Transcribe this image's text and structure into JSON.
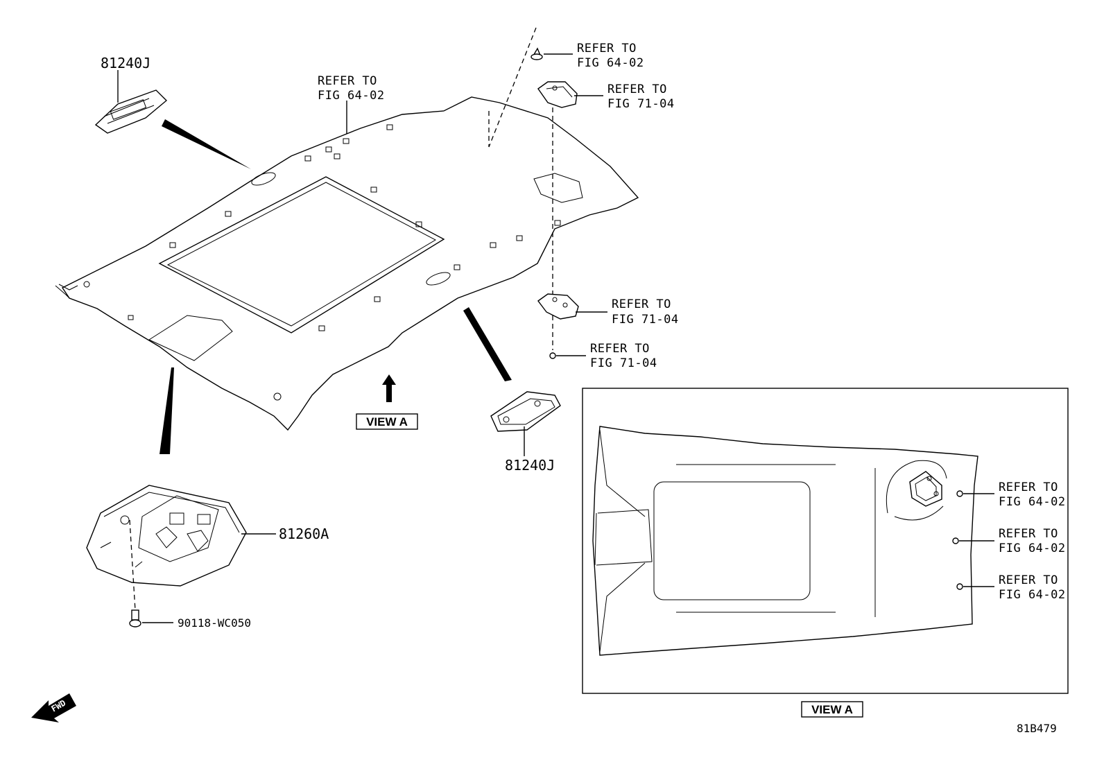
{
  "part_labels": {
    "p81240J_top": "81240J",
    "p81240J_mid": "81240J",
    "p81260A": "81260A",
    "p90118": "90118-WC050"
  },
  "refs": {
    "ref_top_1": {
      "line1": "REFER TO",
      "line2": "FIG 64-02"
    },
    "ref_top_2": {
      "line1": "REFER TO",
      "line2": "FIG 64-02"
    },
    "ref_lamp_1": {
      "line1": "REFER TO",
      "line2": "FIG 71-04"
    },
    "ref_lamp_2": {
      "line1": "REFER TO",
      "line2": "FIG 71-04"
    },
    "ref_clip": {
      "line1": "REFER TO",
      "line2": "FIG 71-04"
    },
    "ref_view_1": {
      "line1": "REFER TO",
      "line2": "FIG 64-02"
    },
    "ref_view_2": {
      "line1": "REFER TO",
      "line2": "FIG 64-02"
    },
    "ref_view_3": {
      "line1": "REFER TO",
      "line2": "FIG 64-02"
    }
  },
  "view_label_main": "VIEW A",
  "view_label_box": "VIEW A",
  "fwd_label": "FWD",
  "diagram_code": "81B479"
}
